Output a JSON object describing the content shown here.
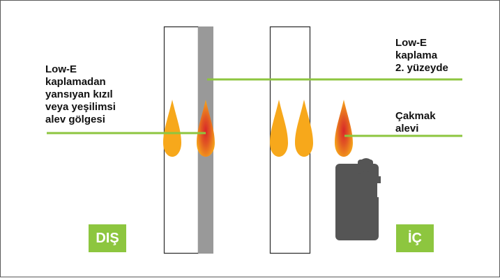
{
  "labels": {
    "left_line1": "Low-E",
    "left_line2": "kaplamadan",
    "left_line3": "yansıyan kızıl",
    "left_line4": "veya yeşilimsi",
    "left_line5": "alev gölgesi",
    "top_right_line1": "Low-E",
    "top_right_line2": "kaplama",
    "top_right_line3": "2. yüzeyde",
    "lighter_line1": "Çakmak",
    "lighter_line2": "alevi"
  },
  "badges": {
    "outside": "DIŞ",
    "inside": "İÇ"
  },
  "colors": {
    "accent_green": "#8dc63f",
    "coating_gray": "#999999",
    "flame_orange": "#f7a81b",
    "flame_core_red": "#d8262a",
    "lighter_body": "#555555",
    "glass_outline": "#333333"
  },
  "icons": [
    "flame-icon",
    "lighter-icon"
  ]
}
